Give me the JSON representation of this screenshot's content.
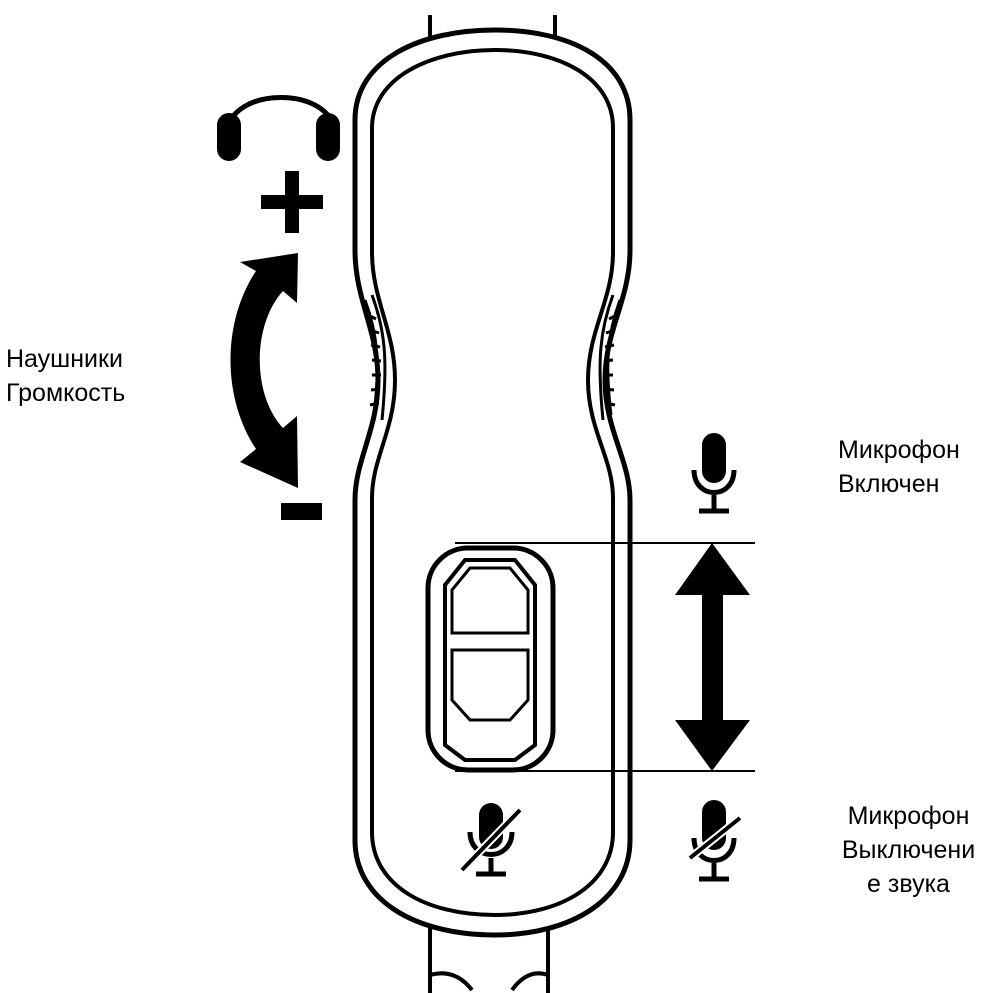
{
  "labels": {
    "headphone_volume": [
      "Наушники",
      "Громкость"
    ],
    "mic_on": [
      "Микрофон",
      "Включен"
    ],
    "mic_muted": [
      "Микрофон",
      "Выключени",
      "е звука"
    ]
  },
  "symbols": {
    "volume_up": "+",
    "volume_down": "-"
  },
  "icons": {
    "headphones": "headphones-icon",
    "mic_on": "microphone-icon",
    "mic_muted": "microphone-muted-icon",
    "volume_arrow": "curved-double-arrow-icon",
    "slider_arrow": "vertical-double-arrow-icon"
  },
  "colors": {
    "line": "#000000",
    "background": "#ffffff"
  }
}
